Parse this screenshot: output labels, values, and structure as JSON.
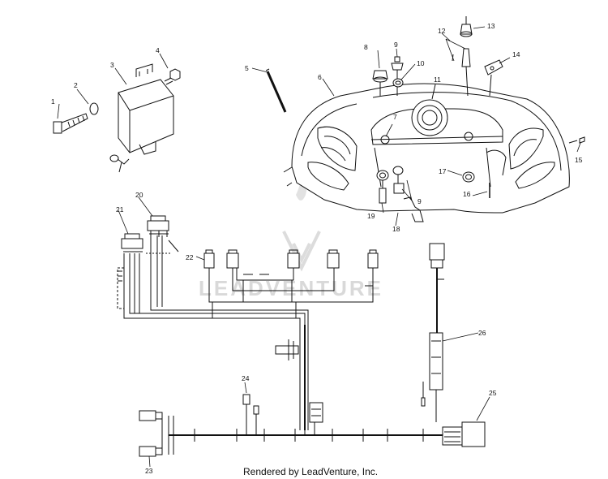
{
  "credit": "Rendered by LeadVenture, Inc.",
  "watermark": "LEADVENTURE",
  "callouts": [
    "1",
    "2",
    "3",
    "4",
    "5",
    "6",
    "7",
    "8",
    "9",
    "10",
    "11",
    "12",
    "13",
    "14",
    "15",
    "16",
    "17",
    "9",
    "19",
    "18",
    "20",
    "21",
    "22",
    "26",
    "24",
    "25",
    "23"
  ],
  "colors": {
    "line": "#111111",
    "watermark": "#d9d9d9"
  }
}
